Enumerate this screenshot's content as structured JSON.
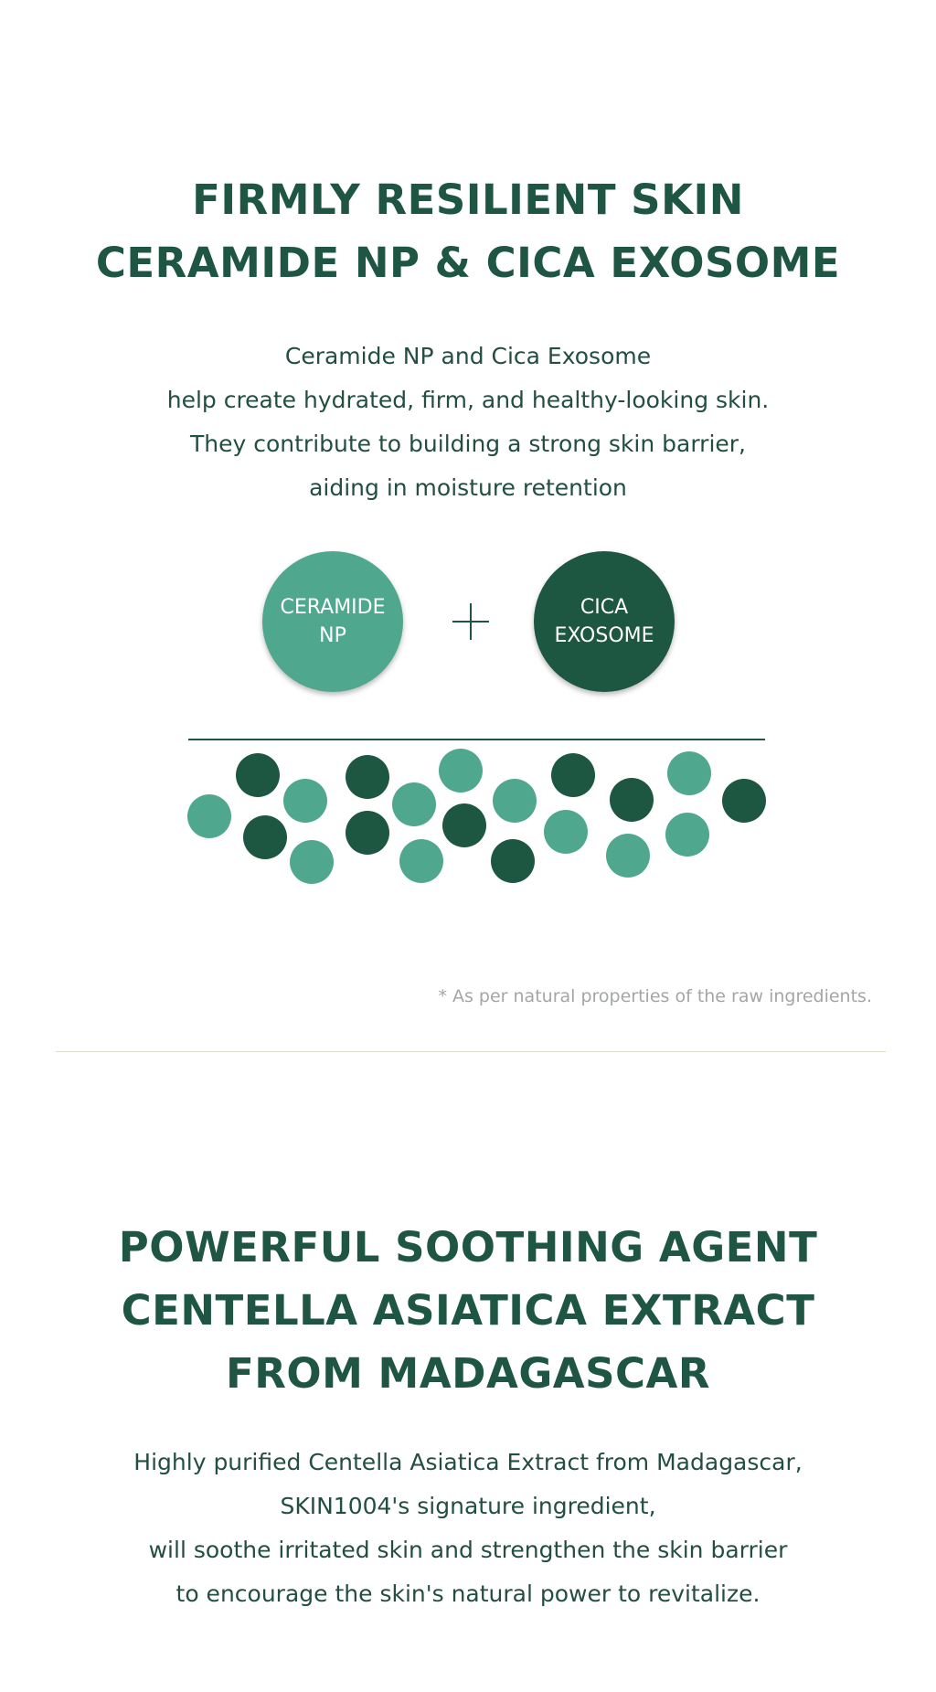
{
  "section1": {
    "title_lines": [
      "FIRMLY RESILIENT SKIN",
      "CERAMIDE NP & CICA EXOSOME"
    ],
    "body_lines": [
      "Ceramide NP and Cica Exosome",
      "help create hydrated, firm, and healthy-looking skin.",
      "They contribute to building a strong skin barrier,",
      "aiding in moisture retention"
    ],
    "ingredient_left": {
      "line1": "CERAMIDE",
      "line2": "NP"
    },
    "ingredient_right": {
      "line1": "CICA",
      "line2": "EXOSOME"
    },
    "footnote": "* As per natural properties of the raw ingredients."
  },
  "section2": {
    "title_lines": [
      "POWERFUL SOOTHING AGENT",
      "CENTELLA ASIATICA EXTRACT",
      "FROM MADAGASCAR"
    ],
    "body_lines": [
      "Highly purified Centella Asiatica Extract from Madagascar,",
      "SKIN1004's signature ingredient,",
      "will soothe irritated skin and strengthen the skin barrier",
      "to encourage the skin's natural power to revitalize."
    ]
  },
  "colors": {
    "heading": "#1e5543",
    "ceramide_green": "#4fa88e",
    "cica_green": "#1d5741",
    "footnote_gray": "#a3a7a4",
    "divider": "#dcdccc"
  }
}
